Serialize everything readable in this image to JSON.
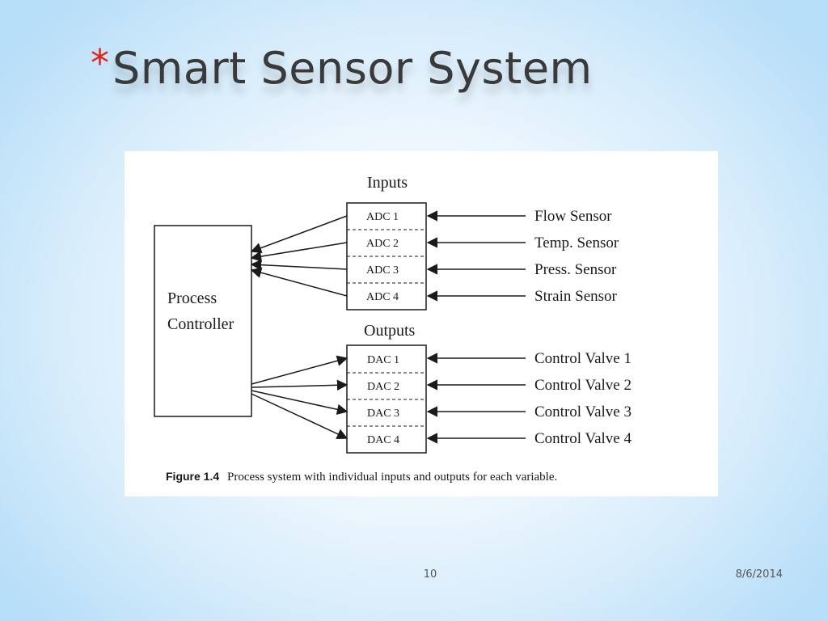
{
  "slide": {
    "asterisk": "*",
    "title": "Smart Sensor System",
    "page_number": "10",
    "date": "8/6/2014",
    "accent_color": "#e2231a"
  },
  "diagram": {
    "controller_line1": "Process",
    "controller_line2": "Controller",
    "inputs_heading": "Inputs",
    "outputs_heading": "Outputs",
    "inputs": [
      {
        "block": "ADC 1",
        "source": "Flow Sensor"
      },
      {
        "block": "ADC 2",
        "source": "Temp. Sensor"
      },
      {
        "block": "ADC 3",
        "source": "Press. Sensor"
      },
      {
        "block": "ADC 4",
        "source": "Strain Sensor"
      }
    ],
    "outputs": [
      {
        "block": "DAC 1",
        "target": "Control Valve 1"
      },
      {
        "block": "DAC 2",
        "target": "Control Valve 2"
      },
      {
        "block": "DAC 3",
        "target": "Control Valve 3"
      },
      {
        "block": "DAC 4",
        "target": "Control Valve 4"
      }
    ],
    "caption_label": "Figure 1.4",
    "caption_text": "Process system with individual inputs and outputs for each variable."
  }
}
